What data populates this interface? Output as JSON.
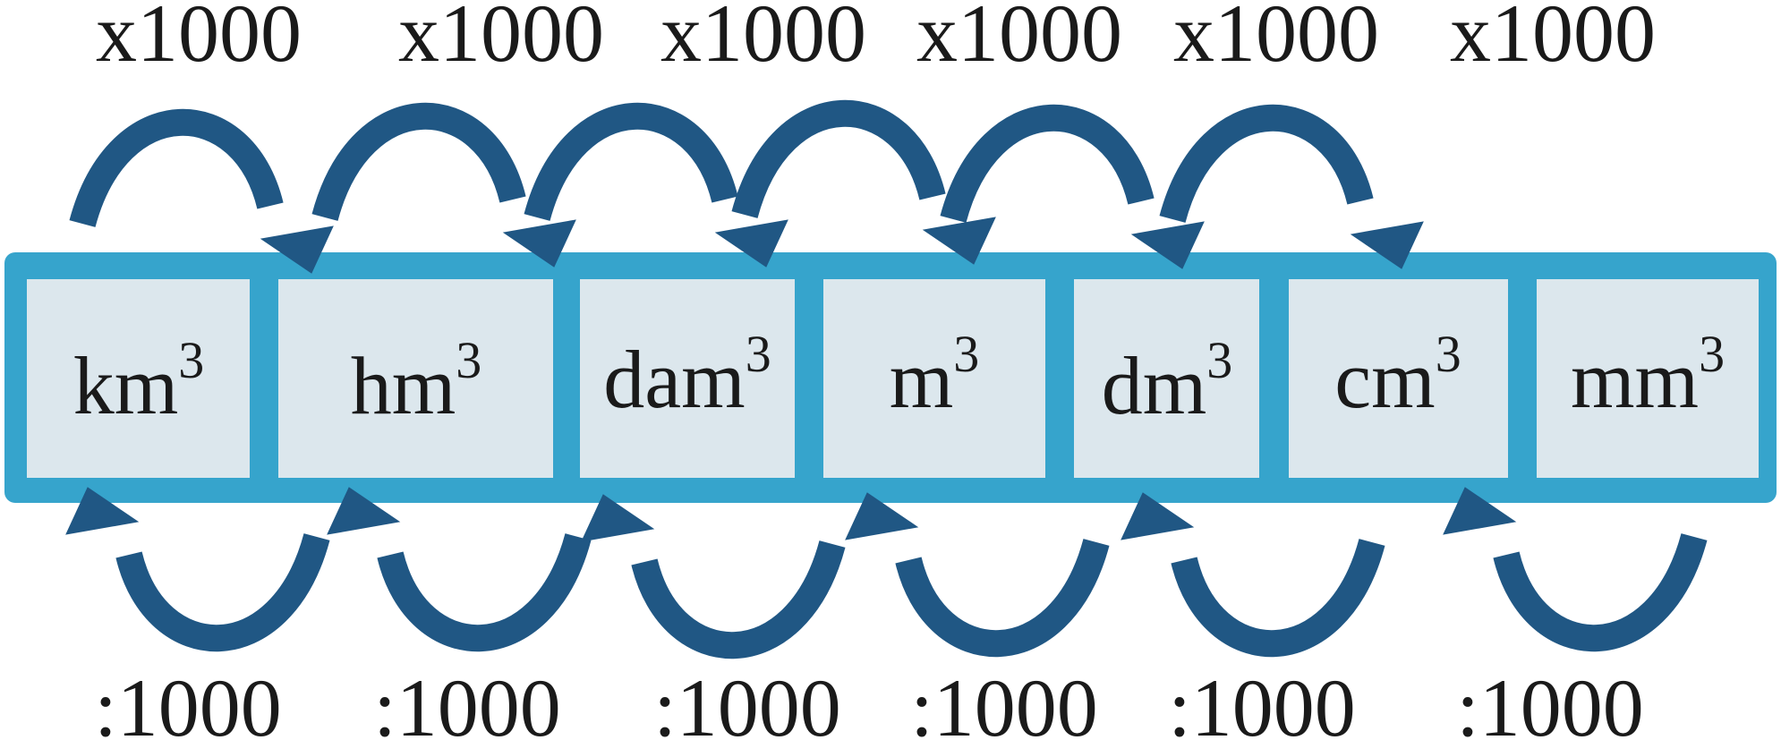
{
  "colors": {
    "bar": "#36A4CC",
    "cell": "#DCE7ED",
    "arrow": "#205784",
    "text": "#1A1A1A"
  },
  "units": [
    {
      "base": "km",
      "exp": "3"
    },
    {
      "base": "hm",
      "exp": "3"
    },
    {
      "base": "dam",
      "exp": "3"
    },
    {
      "base": "m",
      "exp": "3"
    },
    {
      "base": "dm",
      "exp": "3"
    },
    {
      "base": "cm",
      "exp": "3"
    },
    {
      "base": "mm",
      "exp": "3"
    }
  ],
  "multiply_labels": [
    "x1000",
    "x1000",
    "x1000",
    "x1000",
    "x1000",
    "x1000"
  ],
  "divide_labels": [
    ":1000",
    ":1000",
    ":1000",
    ":1000",
    ":1000",
    ":1000"
  ]
}
